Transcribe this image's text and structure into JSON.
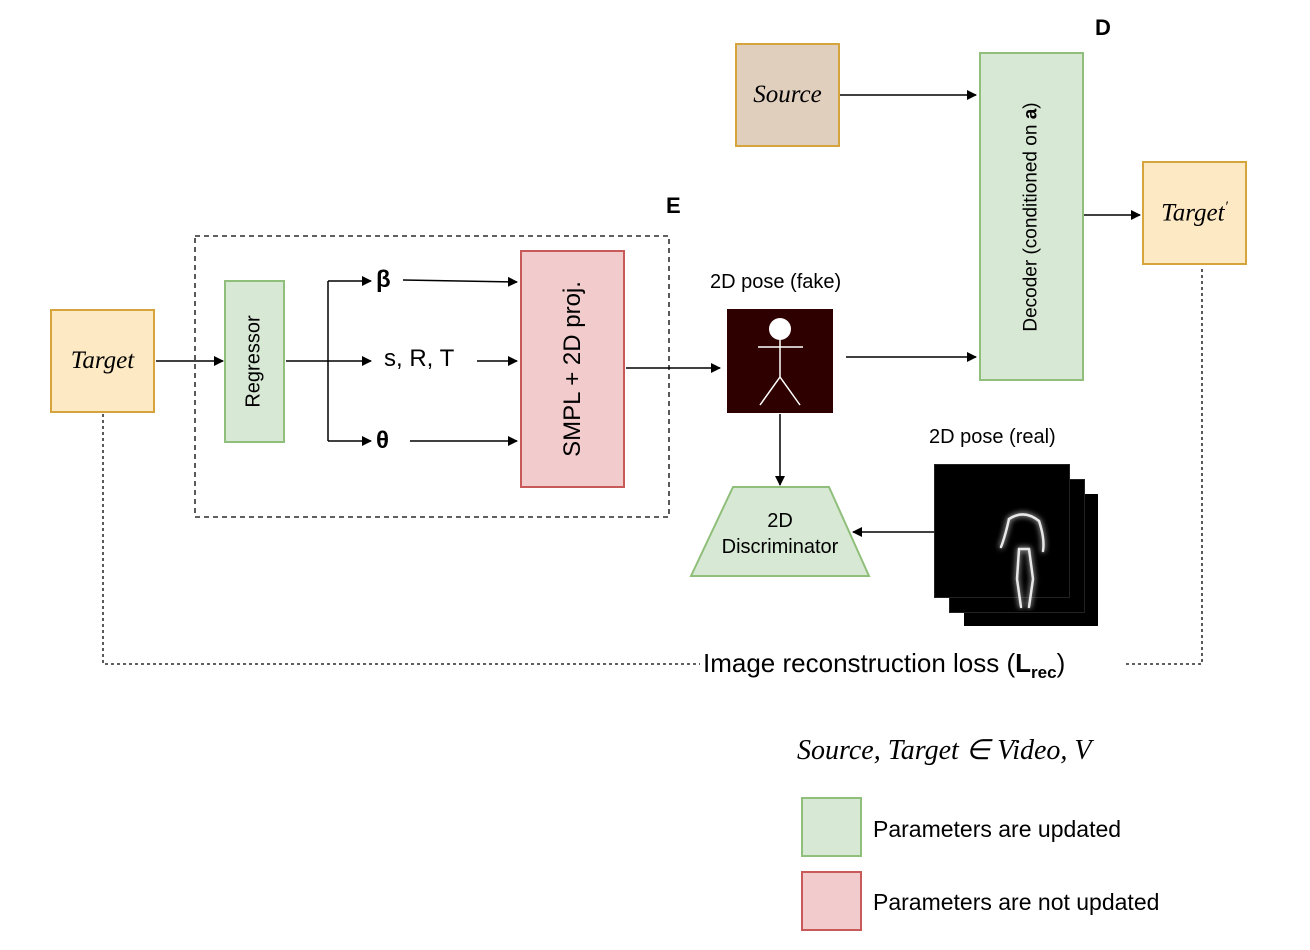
{
  "encoder_label": "E",
  "decoder_label": "D",
  "target_input": "Target",
  "source_input": "Source",
  "target_output": "Target",
  "target_output_prime": "′",
  "regressor": "Regressor",
  "beta": "β",
  "srt": "s, R, T",
  "theta": "θ",
  "smpl": "SMPL + 2D proj.",
  "decoder": "Decoder (conditioned on ",
  "decoder_bold": "a",
  "decoder_close": ")",
  "pose_fake": "2D pose (fake)",
  "pose_real": "2D pose (real)",
  "discriminator_line1": "2D",
  "discriminator_line2": "Discriminator",
  "loss_text": "Image reconstruction loss (",
  "loss_symbol": "L",
  "loss_subscript": "rec",
  "loss_close": ")",
  "membership": "Source, Target ∈ Video, V",
  "legend": {
    "updated": "Parameters are updated",
    "not_updated": "Parameters are not updated",
    "updated_color": "#d7e8d4",
    "not_updated_color": "#f2cccc"
  }
}
